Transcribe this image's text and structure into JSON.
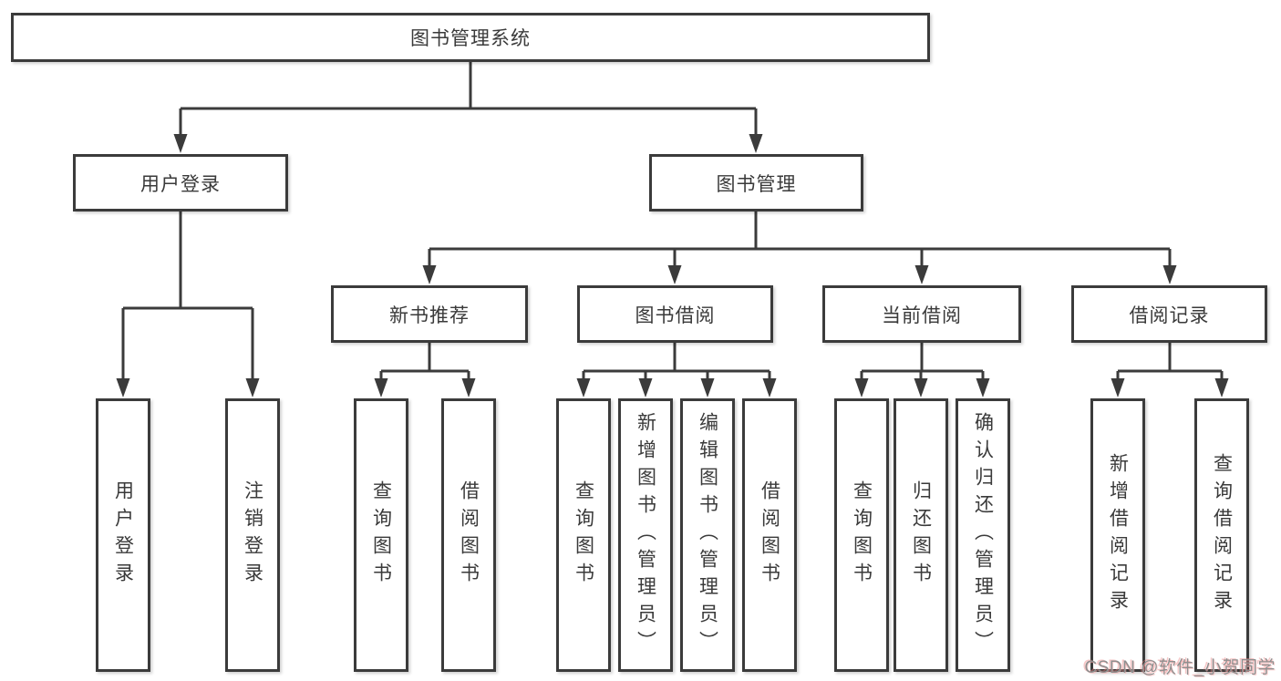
{
  "diagram": {
    "title_node": {
      "label": "图书管理系统"
    },
    "level2": [
      {
        "label": "用户登录"
      },
      {
        "label": "图书管理"
      }
    ],
    "level3": [
      {
        "label": "新书推荐",
        "parent": "图书管理"
      },
      {
        "label": "图书借阅",
        "parent": "图书管理"
      },
      {
        "label": "当前借阅",
        "parent": "图书管理"
      },
      {
        "label": "借阅记录",
        "parent": "图书管理"
      }
    ],
    "leaves": [
      {
        "label": "用户登录",
        "parent": "用户登录"
      },
      {
        "label": "注销登录",
        "parent": "用户登录"
      },
      {
        "label": "查询图书",
        "parent": "新书推荐"
      },
      {
        "label": "借阅图书",
        "parent": "新书推荐"
      },
      {
        "label": "查询图书",
        "parent": "图书借阅"
      },
      {
        "label": "新增图书（管理员）",
        "parent": "图书借阅"
      },
      {
        "label": "编辑图书（管理员）",
        "parent": "图书借阅"
      },
      {
        "label": "借阅图书",
        "parent": "图书借阅"
      },
      {
        "label": "查询图书",
        "parent": "当前借阅"
      },
      {
        "label": "归还图书",
        "parent": "当前借阅"
      },
      {
        "label": "确认归还（管理员）",
        "parent": "当前借阅"
      },
      {
        "label": "新增借阅记录",
        "parent": "借阅记录"
      },
      {
        "label": "查询借阅记录",
        "parent": "借阅记录"
      }
    ],
    "colors": {
      "line": "#3b3b3b",
      "box_border": "#3b3b3b",
      "box_fill": "#ffffff",
      "text": "#3a3a3a",
      "background": "#ffffff"
    }
  },
  "watermark": {
    "text": "CSDN @软件_小贺同学"
  }
}
